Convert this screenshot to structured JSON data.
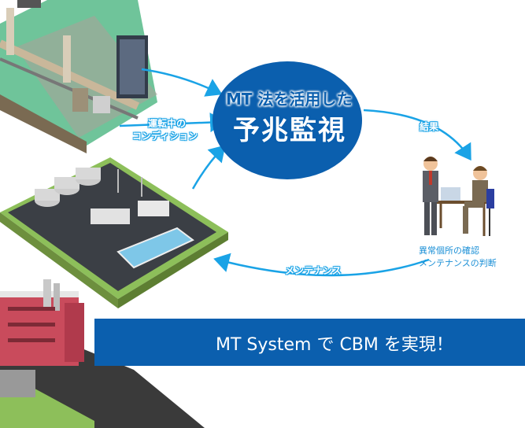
{
  "center": {
    "heading_top": "MT 法を活用した",
    "heading_main": "予兆監視"
  },
  "arrow_labels": {
    "condition_line1": "運転中の",
    "condition_line2": "コンディション",
    "result": "結果",
    "maintenance": "メンテナンス"
  },
  "people_caption": {
    "line1": "異常個所の確認",
    "line2": "メンテナンスの判断"
  },
  "banner": {
    "text": "MT System で CBM を実現！"
  },
  "colors": {
    "primary_blue": "#0b5fae",
    "arrow_blue": "#1aa3e6"
  }
}
